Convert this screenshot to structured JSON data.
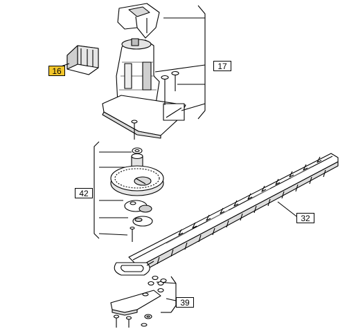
{
  "diagram": {
    "callouts": [
      {
        "id": "16",
        "label": "16",
        "highlighted": true
      },
      {
        "id": "17",
        "label": "17",
        "highlighted": false
      },
      {
        "id": "42",
        "label": "42",
        "highlighted": false
      },
      {
        "id": "32",
        "label": "32",
        "highlighted": false
      },
      {
        "id": "39",
        "label": "39",
        "highlighted": false
      }
    ],
    "colors": {
      "highlight": "#f3c62a",
      "line": "#000000",
      "part_fill": "#ffffff",
      "shade": "#d9d9d9"
    }
  }
}
